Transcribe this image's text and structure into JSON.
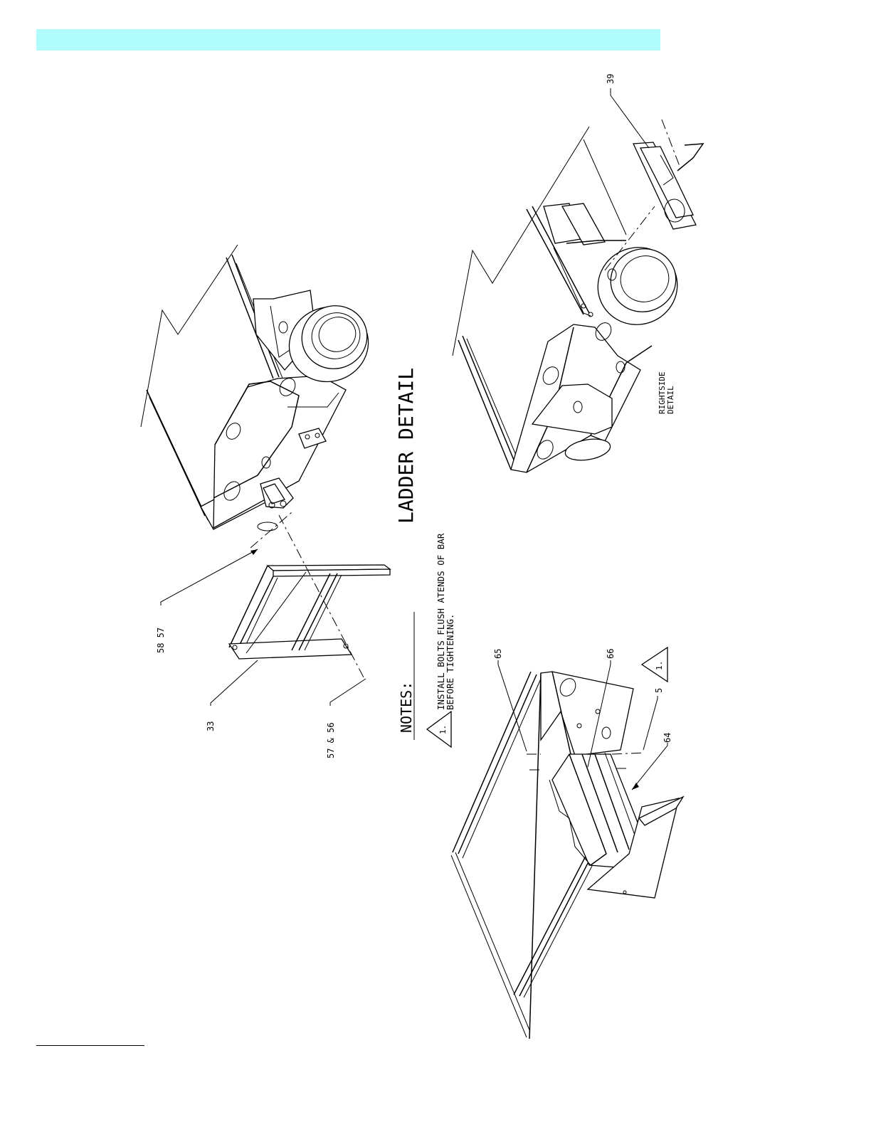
{
  "header": {
    "bar_color": "#aefcfc"
  },
  "drawing": {
    "title": "LADDER DETAIL",
    "notes_heading": "NOTES:",
    "note_number": "1.",
    "note_line1": "INSTALL BOLTS FLUSH ATENDS OF BAR",
    "note_line2": "BEFORE TIGHTENING.",
    "note_ref_triangle": "1.",
    "callouts": {
      "c58_57": "58  57",
      "c33": "33",
      "c57_56": "57 & 56",
      "c39": "39",
      "c65": "65",
      "c66": "66",
      "c5": "5",
      "c64": "64"
    },
    "rightside_line1": "RIGHTSIDE",
    "rightside_line2": "DETAIL"
  }
}
